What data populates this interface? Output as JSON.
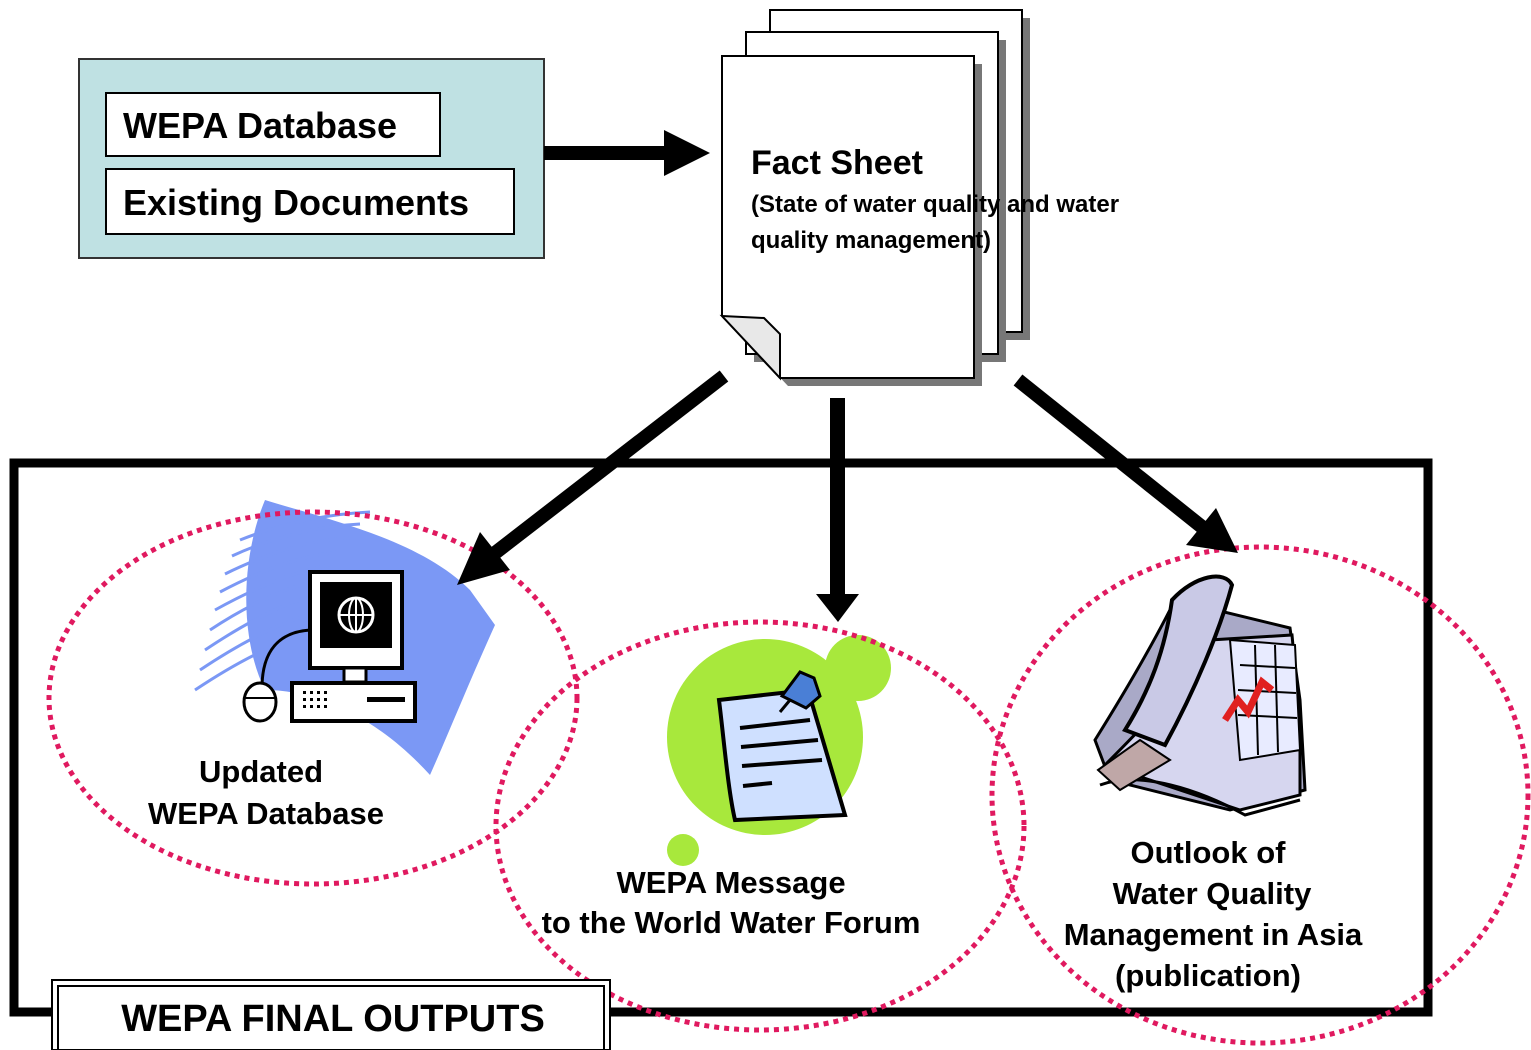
{
  "sources": {
    "database_label": "WEPA Database",
    "documents_label": "Existing Documents"
  },
  "fact_sheet": {
    "title": "Fact Sheet",
    "subtitle_line1": "(State of water quality and water",
    "subtitle_line2": "quality management)"
  },
  "outputs": {
    "frame_title": "WEPA FINAL OUTPUTS",
    "database": {
      "line1": "Updated",
      "line2": "WEPA Database",
      "icon": "computer-globe-icon"
    },
    "message": {
      "line1": "WEPA Message",
      "line2": "to the World Water Forum",
      "icon": "pinned-note-icon"
    },
    "outlook": {
      "line1": "Outlook of",
      "line2": "Water Quality",
      "line3": "Management in Asia",
      "line4": "(publication)",
      "icon": "newspaper-chart-icon"
    }
  },
  "colors": {
    "source_panel_fill": "#bfe1e3",
    "ellipse_dash": "#e0195f",
    "computer_swoosh": "#7b98f5",
    "note_circle": "#a8e83c",
    "note_paper": "#cfe0ff"
  }
}
